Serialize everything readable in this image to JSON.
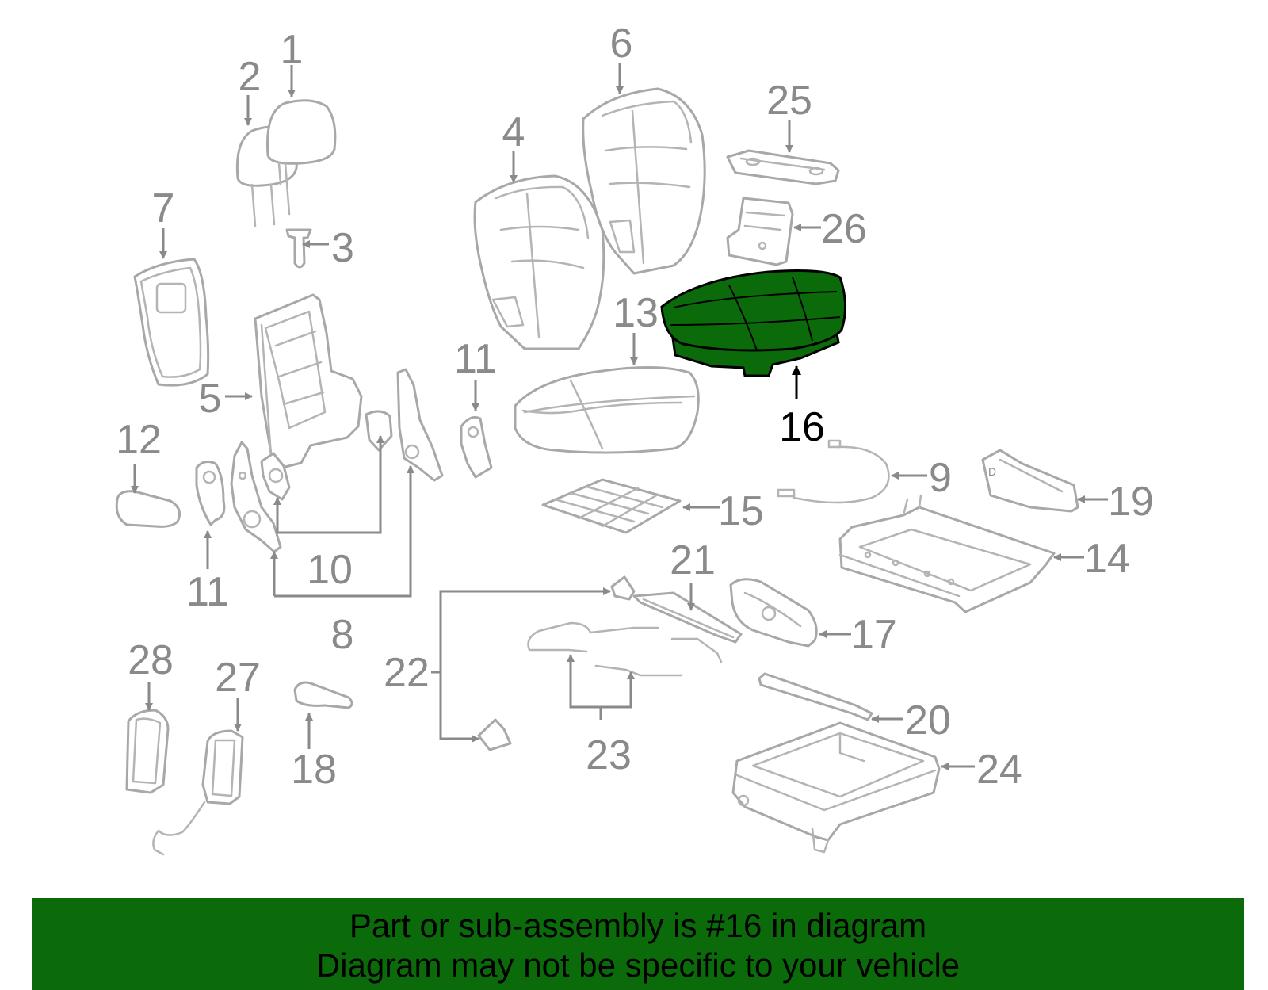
{
  "labels": {
    "p1": "1",
    "p2": "2",
    "p3": "3",
    "p4": "4",
    "p5": "5",
    "p6": "6",
    "p7": "7",
    "p8": "8",
    "p9": "9",
    "p10": "10",
    "p11a": "11",
    "p11b": "11",
    "p12": "12",
    "p13": "13",
    "p14": "14",
    "p15": "15",
    "p16": "16",
    "p17": "17",
    "p18": "18",
    "p19": "19",
    "p20": "20",
    "p21": "21",
    "p22": "22",
    "p23": "23",
    "p24": "24",
    "p25": "25",
    "p26": "26",
    "p27": "27",
    "p28": "28"
  },
  "highlight": {
    "part": "16",
    "color": "#0b6b0b"
  },
  "footer": {
    "line1": "Part or sub-assembly is #16 in diagram",
    "line2": "Diagram may not be specific to your vehicle"
  }
}
